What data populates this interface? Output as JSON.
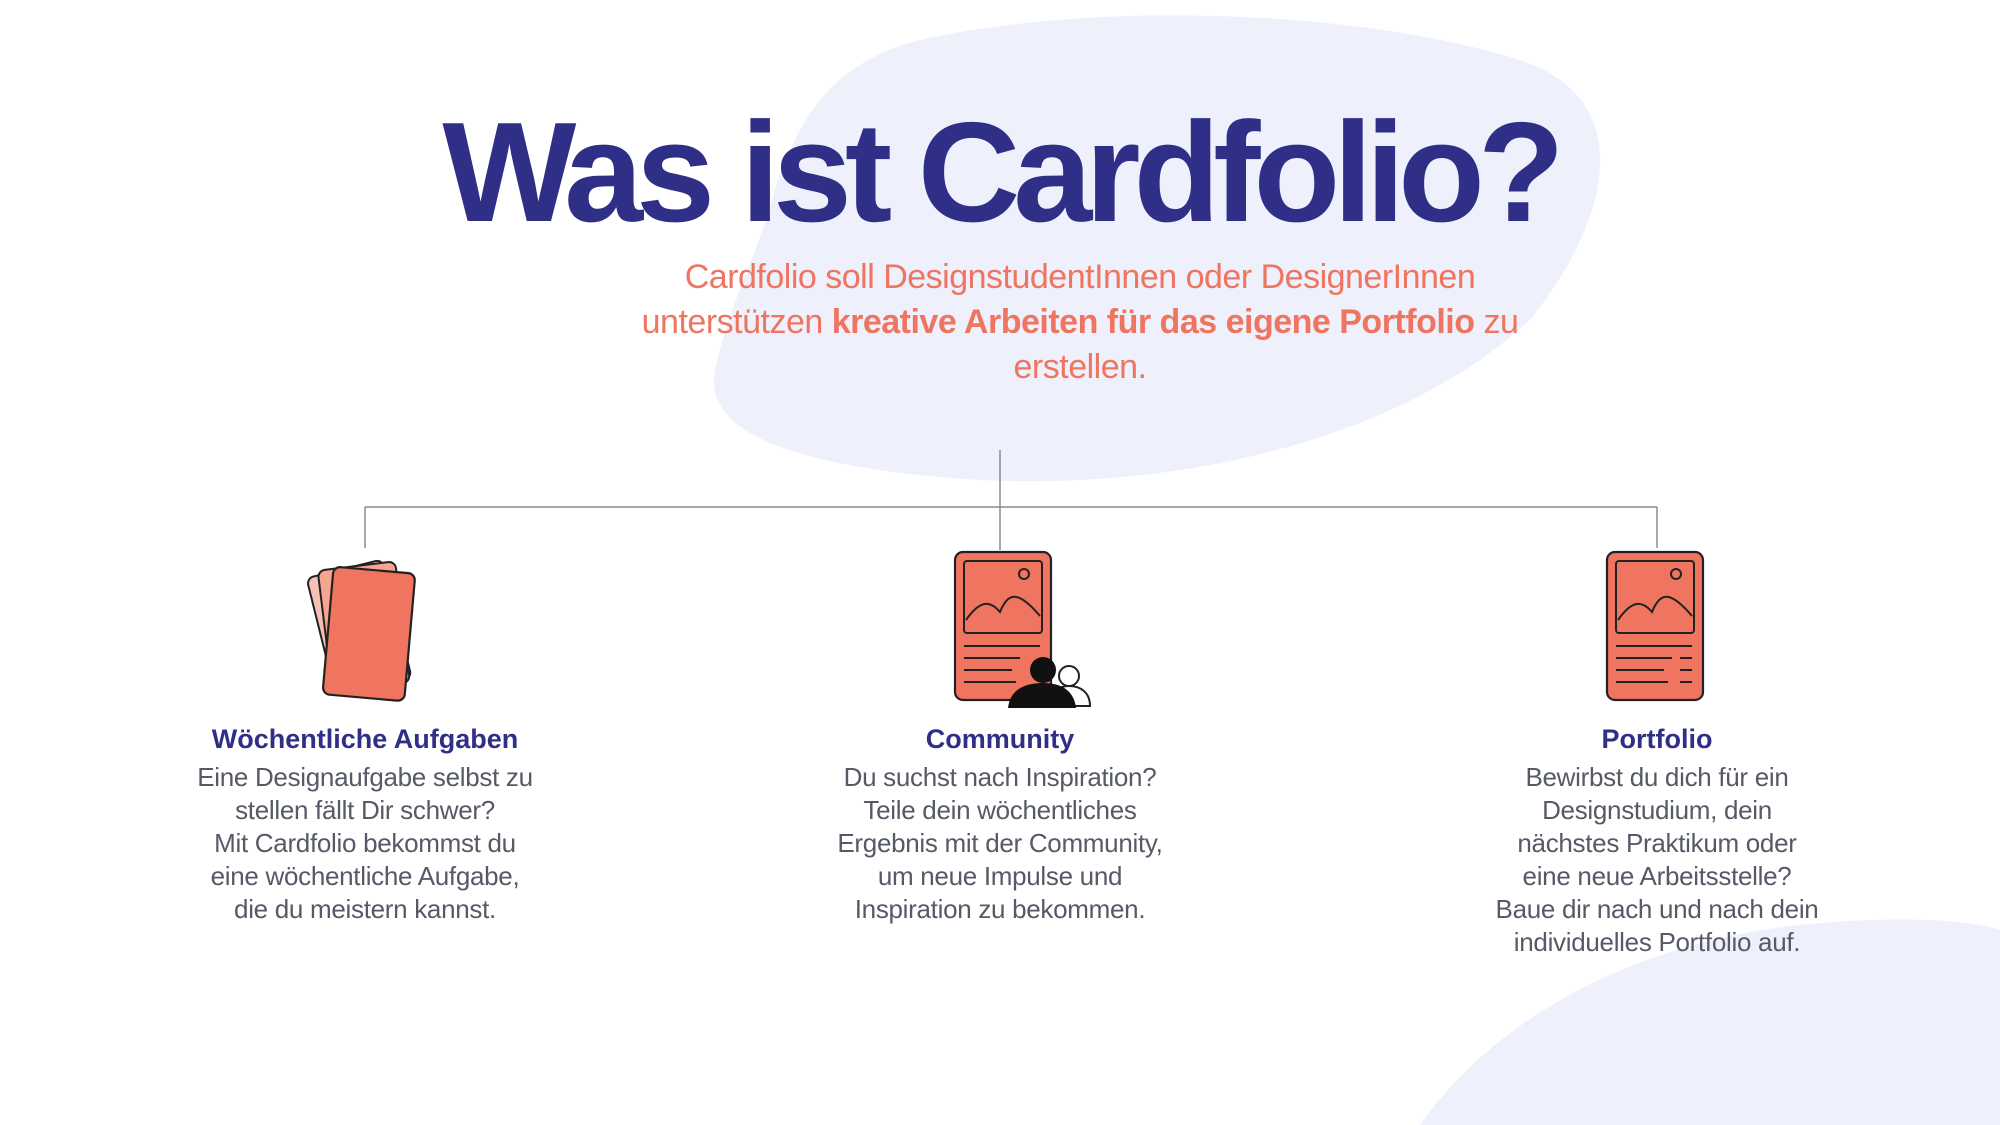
{
  "title": "Was ist Cardfolio?",
  "intro": {
    "part1": "Cardfolio soll DesignstudentInnen oder DesignerInnen unterstützen ",
    "bold": "kreative Arbeiten für das eigene Portfolio",
    "part2": " zu erstellen."
  },
  "features": [
    {
      "title": "Wöchentliche Aufgaben",
      "lines": [
        "Eine Designaufgabe selbst zu",
        "stellen fällt Dir schwer?",
        "Mit Cardfolio bekommst du",
        "eine wöchentliche Aufgabe,",
        "die du meistern kannst."
      ],
      "icon": "card-stack-icon"
    },
    {
      "title": "Community",
      "lines": [
        "Du suchst nach Inspiration?",
        "Teile dein wöchentliches",
        "Ergebnis mit der Community,",
        "um neue Impulse und",
        "Inspiration zu bekommen."
      ],
      "icon": "card-with-people-icon"
    },
    {
      "title": "Portfolio",
      "lines": [
        "Bewirbst du dich für ein",
        "Designstudium, dein",
        "nächstes Praktikum oder",
        "eine neue Arbeitsstelle?",
        "Baue dir nach und nach dein",
        "individuelles Portfolio auf."
      ],
      "icon": "portfolio-card-icon"
    }
  ],
  "colors": {
    "navy": "#2f2f87",
    "coral": "#ef7561",
    "blob": "#eef0fc",
    "text": "#555a66"
  }
}
